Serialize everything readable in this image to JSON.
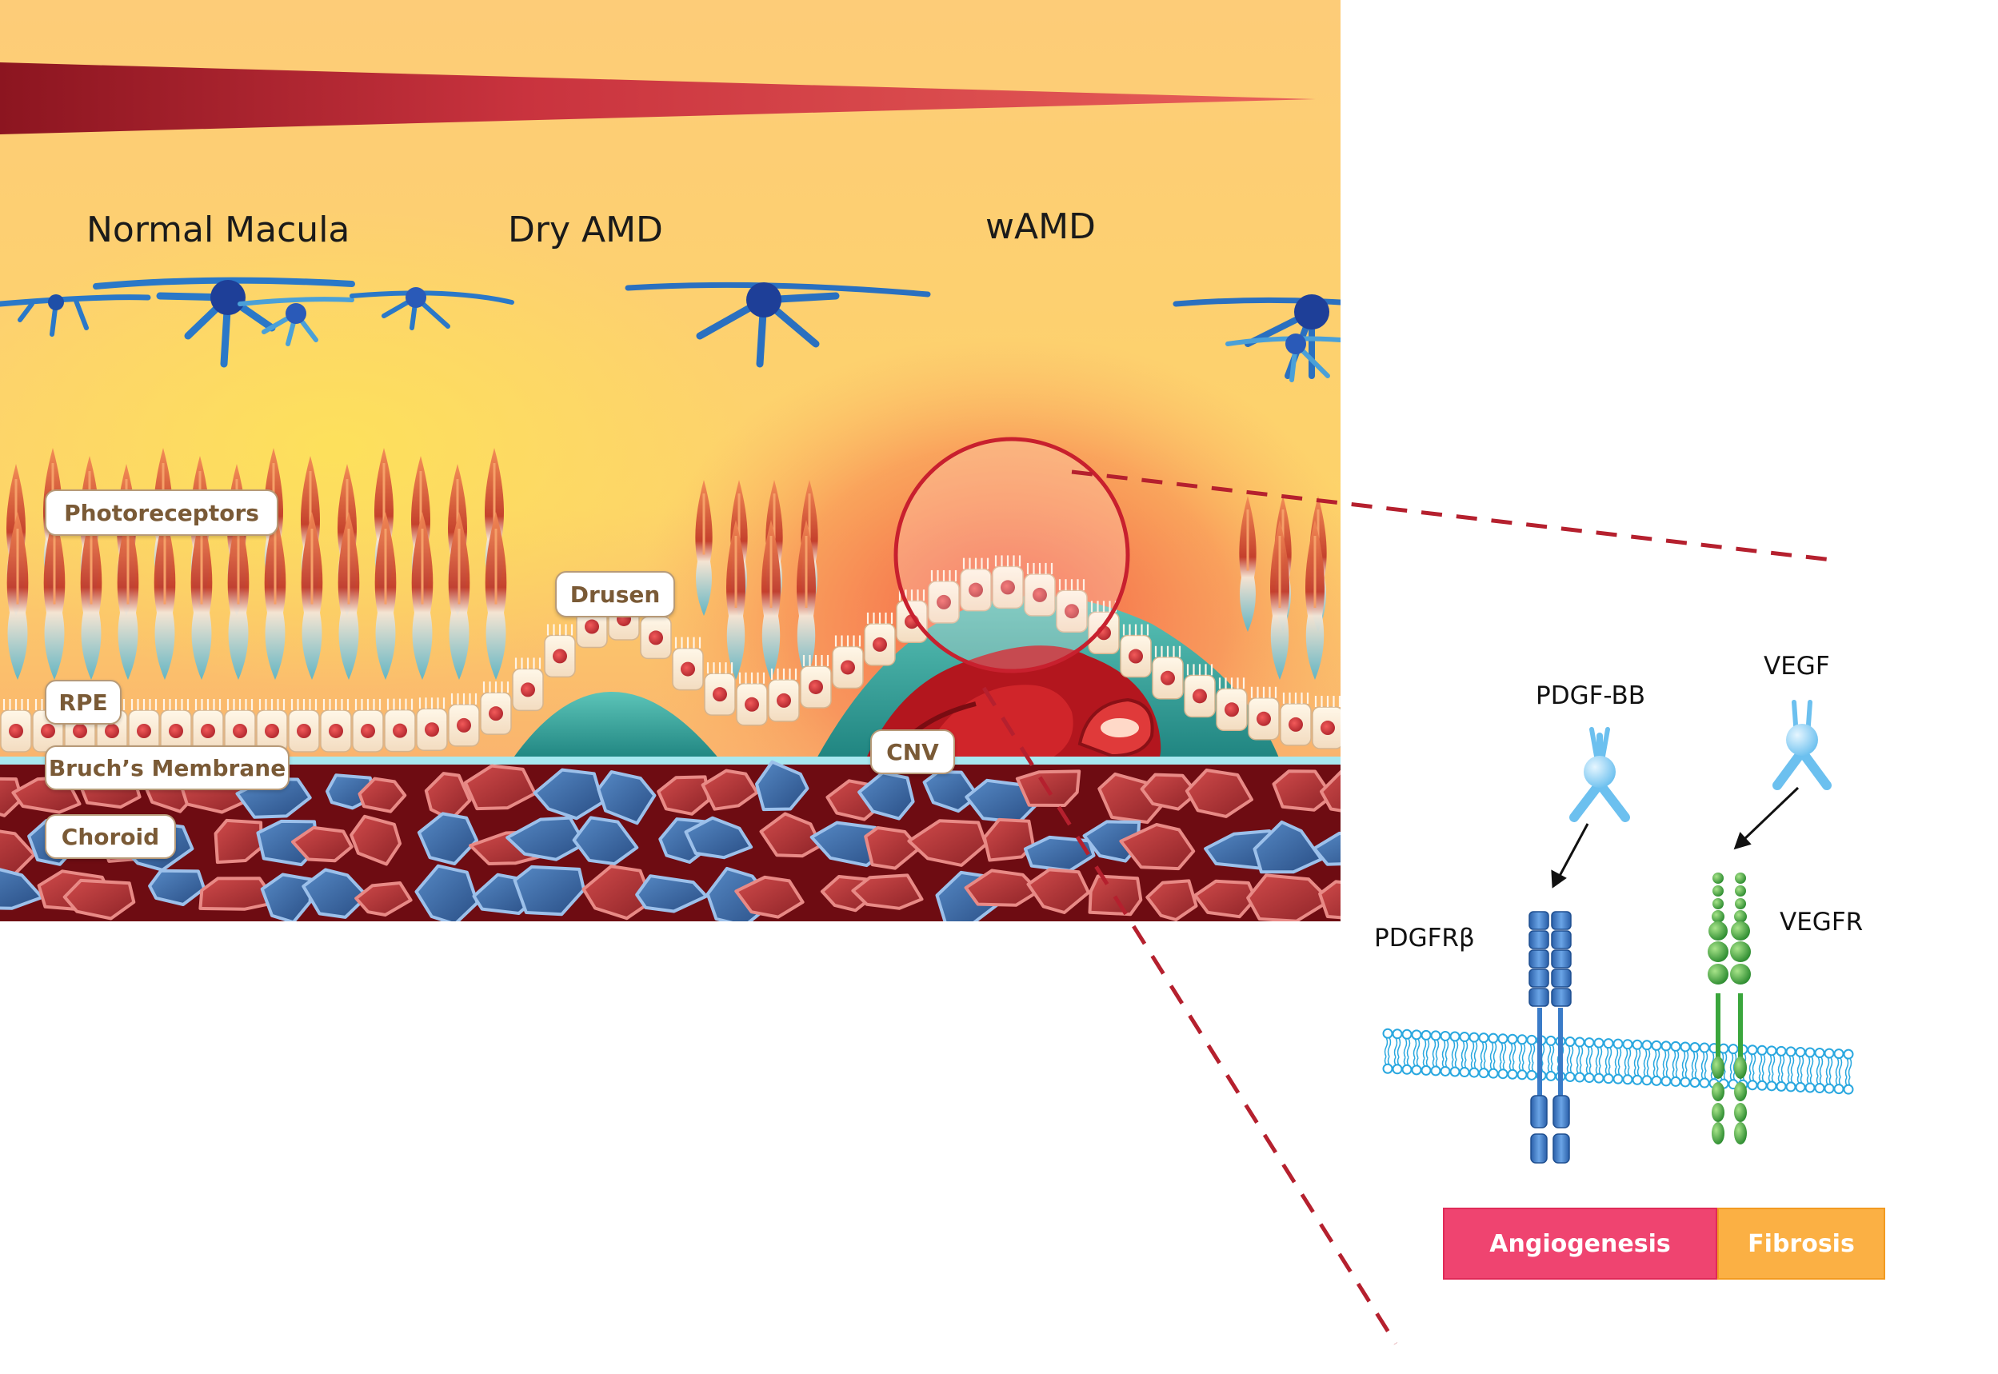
{
  "stages": {
    "normal": "Normal  Macula",
    "dry": "Dry  AMD",
    "wet": "wAMD"
  },
  "labels": {
    "photoreceptors": "Photoreceptors",
    "drusen": "Drusen",
    "rpe": "RPE",
    "bruchs": "Bruch’s Membrane",
    "choroid": "Choroid",
    "cnv": "CNV"
  },
  "molecules": {
    "pdgf_bb": "PDGF-BB",
    "vegf": "VEGF",
    "pdgfr": "PDGFRβ",
    "vegfr": "VEGFR"
  },
  "outcomes": {
    "angiogenesis": "Angiogenesis",
    "fibrosis": "Fibrosis"
  },
  "colors": {
    "background_top": "#fcc96f",
    "disease_wedge": "#a8222e",
    "choroid_bg": "#6e0c12",
    "vessel_red": "#b53a3c",
    "vessel_blue": "#3f6a9e",
    "drusen": "#3aa6a2",
    "angiogenesis": "#ef4470",
    "fibrosis": "#fbb044",
    "pdgfr_blue": "#3a7bc8",
    "vegfr_green": "#3aa63c",
    "membrane": "#29a7df",
    "zoom_line": "#b5202e"
  }
}
